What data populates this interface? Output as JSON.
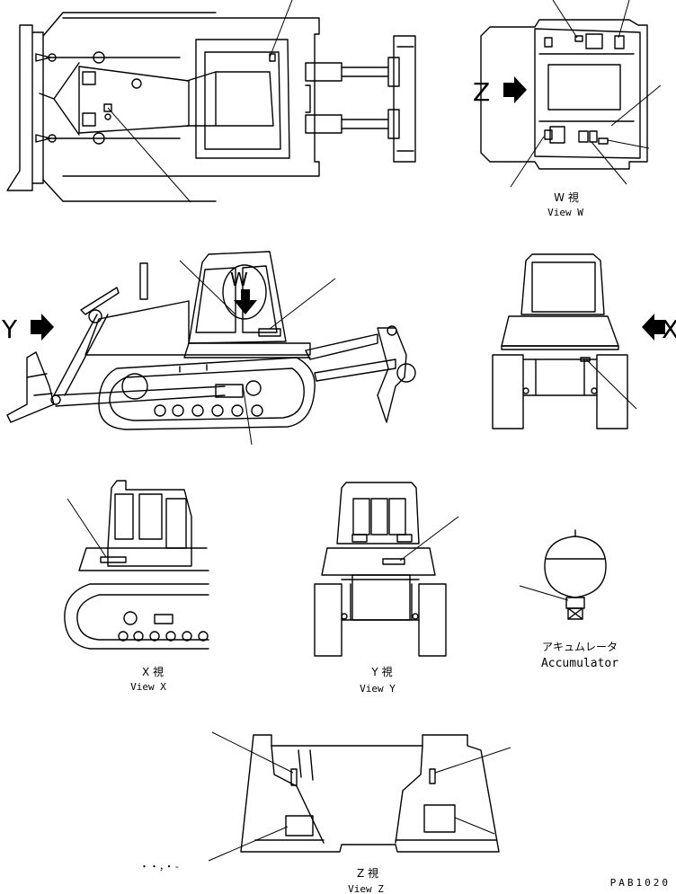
{
  "views": {
    "w": {
      "jp": "W 視",
      "en": "View W"
    },
    "x": {
      "jp": "X 視",
      "en": "View X"
    },
    "y": {
      "jp": "Y 視",
      "en": "View Y"
    },
    "z": {
      "jp": "Z 視",
      "en": "View Z"
    }
  },
  "markers": {
    "w": "W",
    "x": "X",
    "y": "Y",
    "z": "Z"
  },
  "accumulator": {
    "jp": "アキュムレータ",
    "en": "Accumulator"
  },
  "note_marks": "・・，・-",
  "drawing_code": "PAB1020"
}
